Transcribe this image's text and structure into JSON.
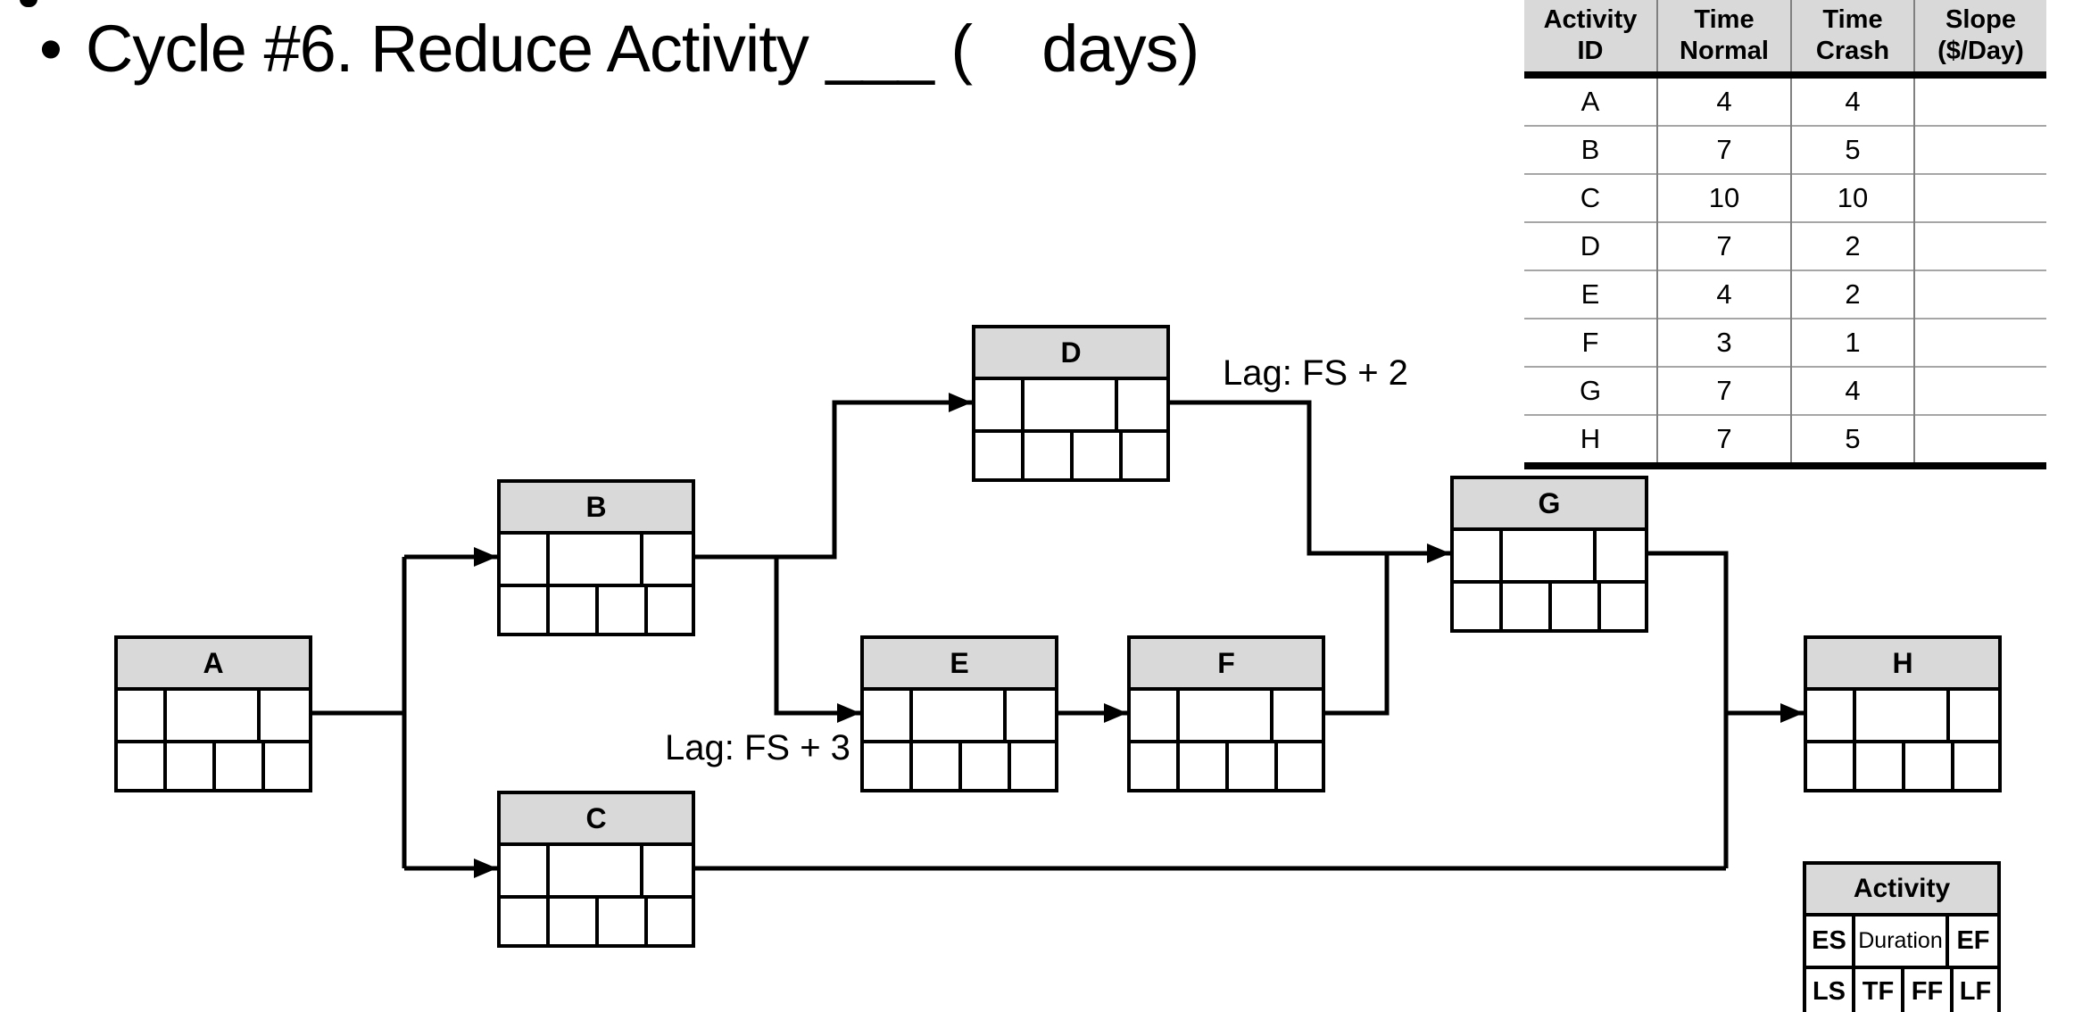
{
  "slide": {
    "bullet": "•",
    "title": "Cycle #6. Reduce Activity ___ (    days)"
  },
  "crash_table": {
    "headers": [
      "Activity\nID",
      "Time\nNormal",
      "Time\nCrash",
      "Slope\n($/Day)"
    ],
    "rows": [
      [
        "A",
        "4",
        "4",
        ""
      ],
      [
        "B",
        "7",
        "5",
        ""
      ],
      [
        "C",
        "10",
        "10",
        ""
      ],
      [
        "D",
        "7",
        "2",
        ""
      ],
      [
        "E",
        "4",
        "2",
        ""
      ],
      [
        "F",
        "3",
        "1",
        ""
      ],
      [
        "G",
        "7",
        "4",
        ""
      ],
      [
        "H",
        "7",
        "5",
        ""
      ]
    ]
  },
  "diagram": {
    "nodes": [
      {
        "id": "A"
      },
      {
        "id": "B"
      },
      {
        "id": "C"
      },
      {
        "id": "D"
      },
      {
        "id": "E"
      },
      {
        "id": "F"
      },
      {
        "id": "G"
      },
      {
        "id": "H"
      }
    ],
    "edges": [
      {
        "from": "A",
        "to": "B"
      },
      {
        "from": "A",
        "to": "C"
      },
      {
        "from": "B",
        "to": "D"
      },
      {
        "from": "B",
        "to": "E",
        "lag": "Lag: FS + 3"
      },
      {
        "from": "D",
        "to": "G",
        "lag": "Lag: FS + 2"
      },
      {
        "from": "E",
        "to": "F"
      },
      {
        "from": "F",
        "to": "G"
      },
      {
        "from": "G",
        "to": "H"
      },
      {
        "from": "C",
        "to": "H"
      }
    ],
    "lag_labels": {
      "d_to_g": "Lag: FS + 2",
      "b_to_e": "Lag: FS + 3"
    }
  },
  "legend": {
    "title": "Activity",
    "es": "ES",
    "duration": "Duration",
    "ef": "EF",
    "ls": "LS",
    "tf": "TF",
    "ff": "FF",
    "lf": "LF"
  },
  "colors": {
    "node_header_fill": "#d9d9d9",
    "line": "#000000",
    "background": "#ffffff"
  }
}
